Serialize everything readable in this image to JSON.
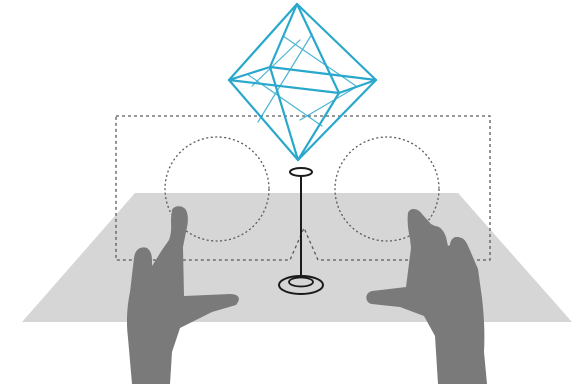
{
  "colors": {
    "background": "#ffffff",
    "surface": "#d6d6d6",
    "hand": "#7a7a7a",
    "octahedron": "#2aa8cc",
    "dotted_outline": "#5a5a5a",
    "stand": "#1a1a1a"
  },
  "elements": {
    "octahedron": "octahedron-wireframe",
    "viewer_frame": "dashed-viewer-rectangle",
    "left_lens": "left-dotted-lens-circle",
    "right_lens": "right-dotted-lens-circle",
    "surface": "gray-table-surface",
    "stand": "pedestal-stand",
    "left_hand": "left-hand-pointing-up",
    "right_hand": "right-hand-pointing-up"
  }
}
